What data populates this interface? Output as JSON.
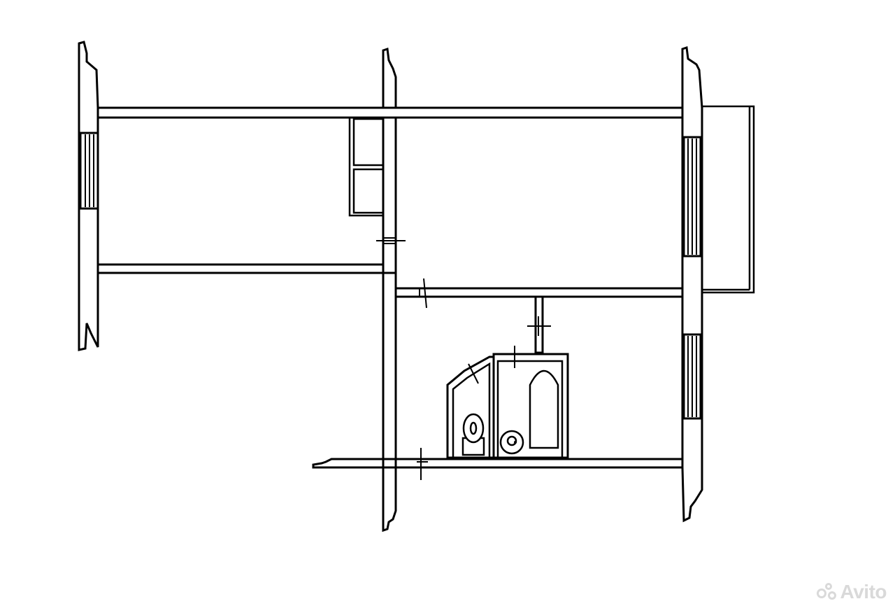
{
  "diagram": {
    "type": "floor-plan",
    "rooms": [
      "room-left-top",
      "closet-upper",
      "closet-lower",
      "room-right-top",
      "corridor",
      "room-right-bottom",
      "toilet",
      "bathroom",
      "balcony"
    ],
    "colors": {
      "line": "#000000",
      "background": "#ffffff",
      "watermark": "#d9d9d9"
    }
  },
  "watermark": {
    "text": "Avito"
  }
}
